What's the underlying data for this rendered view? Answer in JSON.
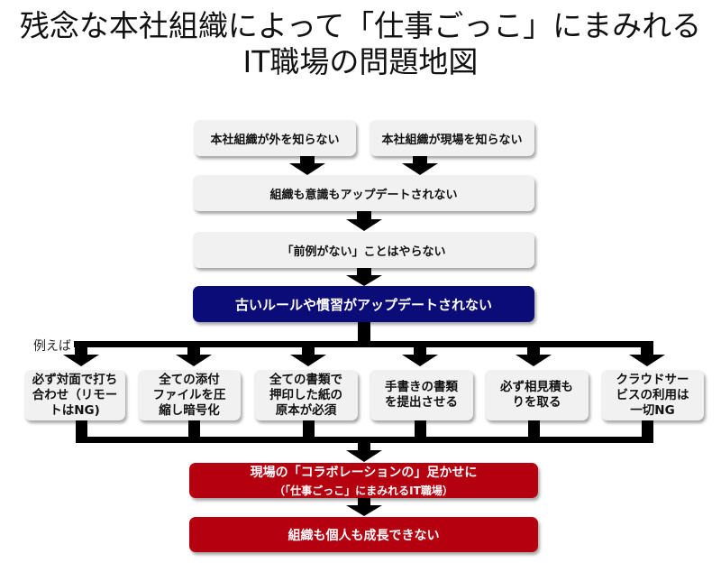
{
  "title": {
    "line1": "残念な本社組織によって「仕事ごっこ」にまみれる",
    "line2": "IT職場の問題地図"
  },
  "top_causes": [
    "本社組織が外を知らない",
    "本社組織が現場を知らない"
  ],
  "step_no_update": "組織も意識もアップデートされない",
  "step_no_precedent": "「前例がない」ことはやらない",
  "core_problem": "古いルールや慣習がアップデートされない",
  "examples_label": "例えば",
  "examples": [
    [
      "必ず対面で打ち",
      "合わせ（リモー",
      "トはNG)"
    ],
    [
      "全ての添付",
      "ファイルを圧",
      "縮し暗号化"
    ],
    [
      "全ての書類で",
      "押印した紙の",
      "原本が必須"
    ],
    [
      "手書きの書類",
      "を提出させる"
    ],
    [
      "必ず相見積も",
      "りを取る"
    ],
    [
      "クラウドサー",
      "ビスの利用は",
      "一切NG"
    ]
  ],
  "result": {
    "main": "現場の「コラボレーションの」足かせに",
    "sub": "（「仕事ごっこ」にまみれるIT職場）"
  },
  "final": "組織も個人も成長できない",
  "colors": {
    "gray_box": "#f1f1f1",
    "blue_box": "#0c0c78",
    "red_box": "#b5000f",
    "arrow": "#000000"
  }
}
